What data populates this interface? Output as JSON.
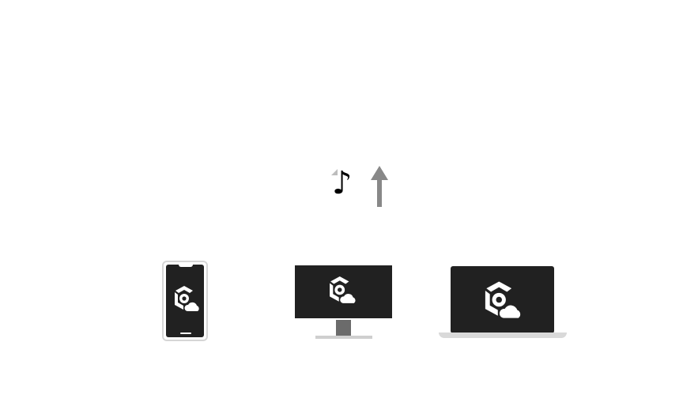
{
  "transfer": {
    "media_glyph": "♪",
    "media_icon": "music-note-icon",
    "direction_icon": "upload-arrow-icon",
    "arrow_color": "#888888"
  },
  "devices": [
    {
      "type": "phone",
      "icon": "phone-icon",
      "app_logo": "cube-cloud-logo"
    },
    {
      "type": "desktop",
      "icon": "monitor-icon",
      "app_logo": "cube-cloud-logo"
    },
    {
      "type": "laptop",
      "icon": "laptop-icon",
      "app_logo": "cube-cloud-logo"
    }
  ],
  "colors": {
    "background": "#ffffff",
    "screen": "#212121",
    "logo": "#ffffff",
    "device_frame": "#d6d6d6"
  }
}
